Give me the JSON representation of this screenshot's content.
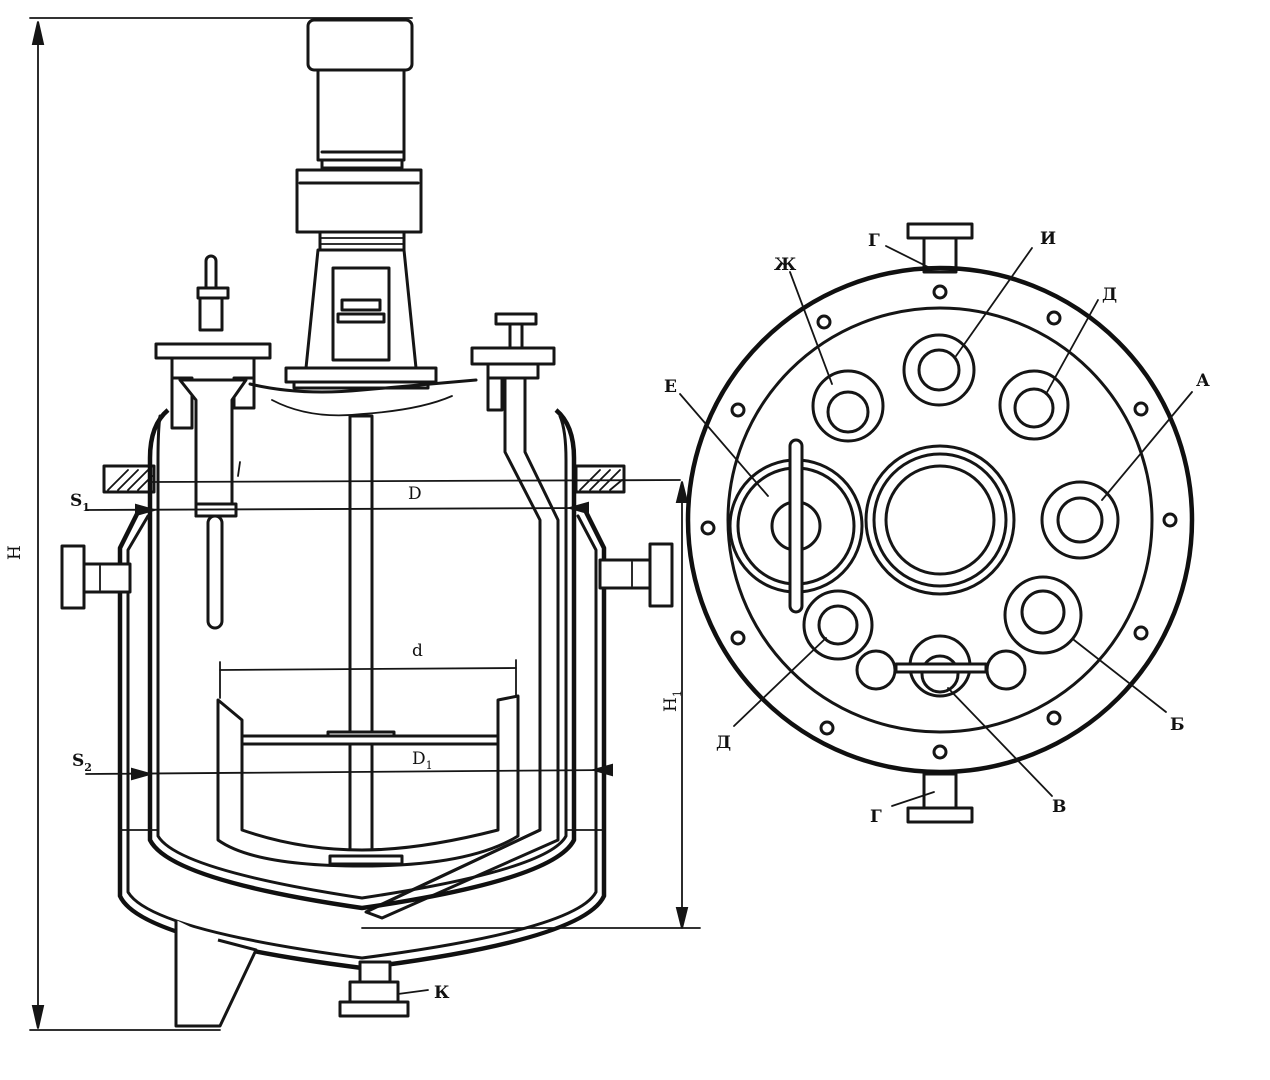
{
  "diagram": {
    "side_view": {
      "dimension_labels": {
        "overall_height": "H",
        "vessel_diameter": "D",
        "jacket_diameter": {
          "base": "D",
          "sub": "1"
        },
        "stirrer_diameter": "d",
        "jacket_height": {
          "base": "H",
          "sub": "1"
        },
        "wall_thickness_vessel": {
          "base": "S",
          "sub": "1"
        },
        "wall_thickness_jacket": {
          "base": "S",
          "sub": "2"
        }
      },
      "bottom_outlet_label": "К"
    },
    "top_view": {
      "fitting_labels": {
        "a": "А",
        "b": "Б",
        "v": "В",
        "g_top": "Г",
        "g_bottom": "Г",
        "d_top": "Д",
        "d_bottom": "Д",
        "e": "Е",
        "zh": "Ж",
        "i": "И"
      }
    }
  }
}
